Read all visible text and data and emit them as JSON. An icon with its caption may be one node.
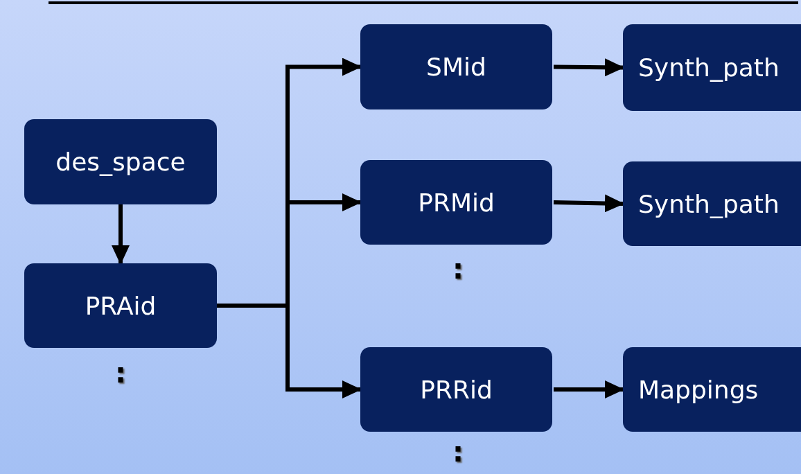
{
  "diagram": {
    "nodes": [
      {
        "text": [
          "des_space"
        ]
      },
      {
        "text": [
          "PRAid"
        ]
      },
      {
        "text": [
          "SMid"
        ]
      },
      {
        "text": [
          "Synth_path"
        ]
      },
      {
        "text": [
          "PRMid"
        ]
      },
      {
        "text": [
          "Synth_path"
        ]
      },
      {
        "text": [
          "PRRid"
        ]
      },
      {
        "text": [
          "Mappings"
        ]
      }
    ],
    "edges": [
      {
        "from": 0,
        "to": 1,
        "arrow": "to"
      },
      {
        "from": 1,
        "to": 2,
        "arrow": "to"
      },
      {
        "from": 1,
        "to": 4,
        "arrow": "to"
      },
      {
        "from": 1,
        "to": 6,
        "arrow": "to"
      },
      {
        "from": 2,
        "to": 3,
        "arrow": "to"
      },
      {
        "from": 4,
        "to": 5,
        "arrow": "to"
      },
      {
        "from": 6,
        "to": 7,
        "arrow": "to"
      }
    ],
    "labels": [
      ":",
      ":",
      ":"
    ]
  }
}
